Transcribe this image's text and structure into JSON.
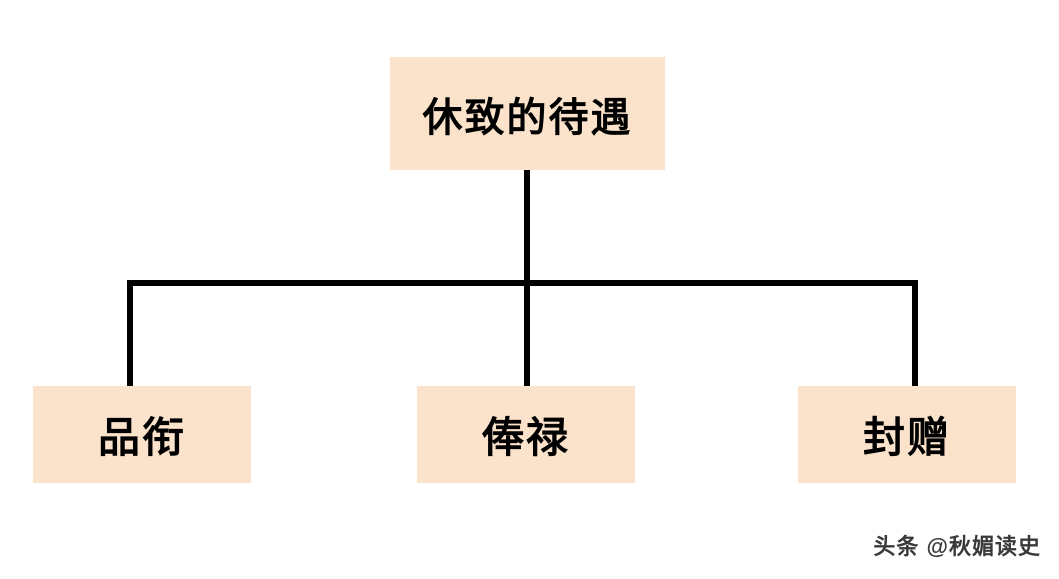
{
  "diagram": {
    "title": "休致的待遇",
    "root": {
      "label": "休致的待遇"
    },
    "children": [
      {
        "label": "品衔"
      },
      {
        "label": "俸禄"
      },
      {
        "label": "封赠"
      }
    ],
    "colors": {
      "node_background": "#fbe3cb",
      "connector_line": "#000000",
      "text": "#000000"
    },
    "watermark": "头条 @秋媚读史"
  }
}
